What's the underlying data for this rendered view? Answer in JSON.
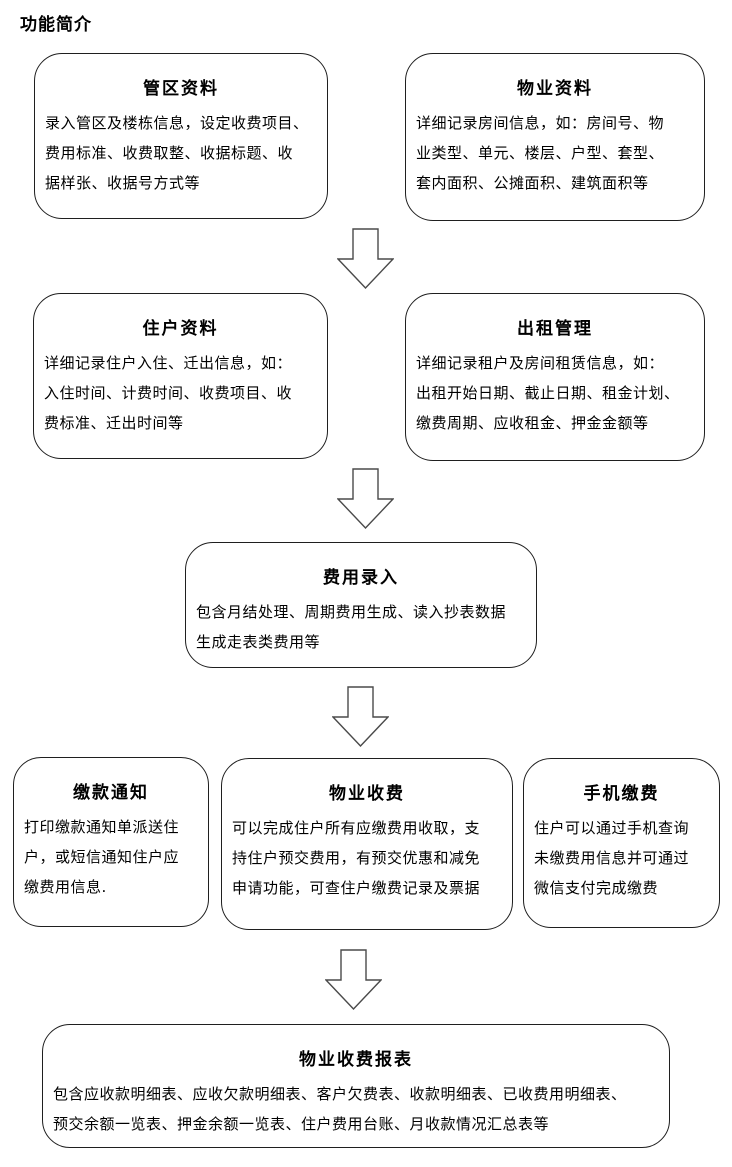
{
  "page_title": "功能简介",
  "connector_icon": "down-arrow-icon",
  "colors": {
    "background": "#ffffff",
    "text": "#000000",
    "box_border": "#1f1f1f",
    "arrow_border": "#4a4a4a"
  },
  "nodes": [
    {
      "id": "district-info",
      "title": "管区资料",
      "body": "录入管区及楼栋信息，设定收费项目、\n费用标准、收费取整、收据标题、收\n据样张、收据号方式等"
    },
    {
      "id": "property-info",
      "title": "物业资料",
      "body": "详细记录房间信息，如：房间号、物\n业类型、单元、楼层、户型、套型、\n套内面积、公摊面积、建筑面积等"
    },
    {
      "id": "resident-info",
      "title": "住户资料",
      "body": "详细记录住户入住、迁出信息，如：\n入住时间、计费时间、收费项目、收\n费标准、迁出时间等"
    },
    {
      "id": "rental-management",
      "title": "出租管理",
      "body": "详细记录租户及房间租赁信息，如：\n出租开始日期、截止日期、租金计划、\n缴费周期、应收租金、押金金额等"
    },
    {
      "id": "fee-entry",
      "title": "费用录入",
      "body": "包含月结处理、周期费用生成、读入抄表数据\n生成走表类费用等"
    },
    {
      "id": "payment-notice",
      "title": "缴款通知",
      "body": "打印缴款通知单派送住\n户，或短信通知住户应\n缴费用信息."
    },
    {
      "id": "property-fee-collection",
      "title": "物业收费",
      "body": "可以完成住户所有应缴费用收取，支\n持住户预交费用，有预交优惠和减免\n申请功能，可查住户缴费记录及票据"
    },
    {
      "id": "mobile-payment",
      "title": "手机缴费",
      "body": "住户可以通过手机查询\n未缴费用信息并可通过\n微信支付完成缴费"
    },
    {
      "id": "fee-reports",
      "title": "物业收费报表",
      "body": "包含应收款明细表、应收欠款明细表、客户欠费表、收款明细表、已收费用明细表、\n预交余额一览表、押金余额一览表、住户费用台账、月收款情况汇总表等"
    }
  ]
}
